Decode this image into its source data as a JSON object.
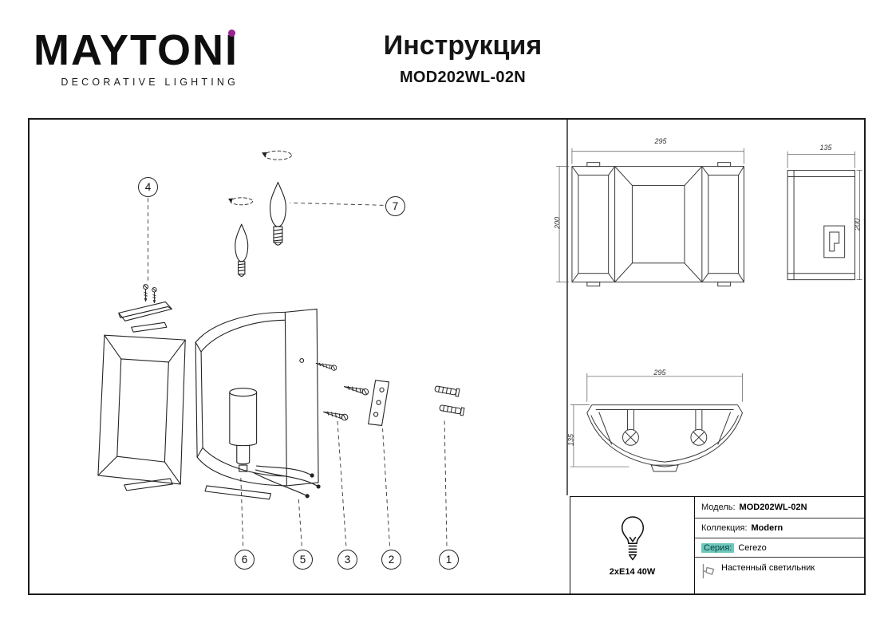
{
  "brand": {
    "name": "MAYTONI",
    "tagline": "DECORATIVE LIGHTING",
    "accent_color": "#9a2190"
  },
  "doc": {
    "title": "Инструкция",
    "model": "MOD202WL-02N"
  },
  "callouts": {
    "c1": "1",
    "c2": "2",
    "c3": "3",
    "c4": "4",
    "c5": "5",
    "c6": "6",
    "c7": "7"
  },
  "dimensions_mm": {
    "front_width": "295",
    "front_height": "200",
    "side_depth": "135",
    "side_height": "200",
    "bottom_width": "295",
    "bottom_depth": "135"
  },
  "spec": {
    "bulb": "2xE14 40W",
    "model_label": "Модель:",
    "model_value": "MOD202WL-02N",
    "collection_label": "Коллекция:",
    "collection_value": "Modern",
    "series_label": "Серия:",
    "series_value": "Cerezo",
    "type_value": "Настенный светильник",
    "series_highlight_color": "#6fc7bc"
  }
}
